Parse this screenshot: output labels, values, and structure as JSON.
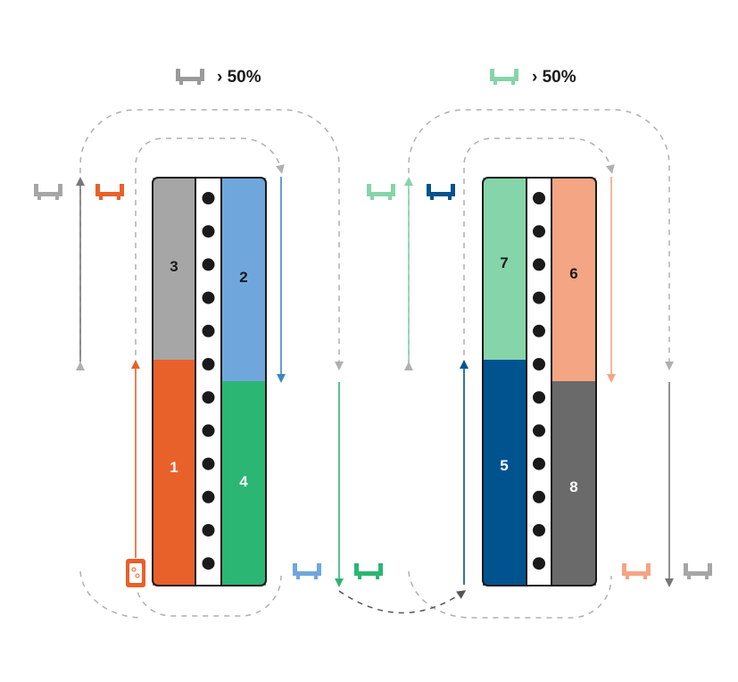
{
  "legend": [
    {
      "id": "left",
      "color": "#9a9a9a",
      "text": "› 50%"
    },
    {
      "id": "right",
      "color": "#86d4aa",
      "text": "› 50%"
    }
  ],
  "colors": {
    "gray_light": "#a6a6a6",
    "blue_light": "#6fa7dc",
    "orange": "#e8612a",
    "green": "#2bb673",
    "mint": "#86d4aa",
    "navy": "#00538f",
    "salmon": "#f4a583",
    "gray_dark": "#6a6a6a",
    "dashed": "#b0b0b0",
    "outline": "#1a1a1a"
  },
  "racks": [
    {
      "id": "left",
      "segments": [
        {
          "label": "3",
          "color": "#a6a6a6",
          "text_color": "#1a1a1a"
        },
        {
          "label": "2",
          "color": "#6fa7dc",
          "text_color": "#1a1a1a"
        },
        {
          "label": "1",
          "color": "#e8612a",
          "text_color": "#ffffff"
        },
        {
          "label": "4",
          "color": "#2bb673",
          "text_color": "#ffffff"
        }
      ]
    },
    {
      "id": "right",
      "segments": [
        {
          "label": "7",
          "color": "#86d4aa",
          "text_color": "#1a1a1a"
        },
        {
          "label": "6",
          "color": "#f4a583",
          "text_color": "#1a1a1a"
        },
        {
          "label": "5",
          "color": "#00538f",
          "text_color": "#ffffff"
        },
        {
          "label": "8",
          "color": "#6a6a6a",
          "text_color": "#ffffff"
        }
      ]
    }
  ],
  "carts": [
    {
      "name": "cart-gray-left-icon",
      "color": "#a6a6a6"
    },
    {
      "name": "cart-orange-icon",
      "color": "#e8612a"
    },
    {
      "name": "cart-blue-icon",
      "color": "#6fa7dc"
    },
    {
      "name": "cart-green-icon",
      "color": "#2bb673"
    },
    {
      "name": "cart-mint-icon",
      "color": "#86d4aa"
    },
    {
      "name": "cart-navy-icon",
      "color": "#00538f"
    },
    {
      "name": "cart-salmon-icon",
      "color": "#f4a583"
    },
    {
      "name": "cart-gray-right-icon",
      "color": "#a6a6a6"
    }
  ],
  "device_icon": "scanner-icon"
}
